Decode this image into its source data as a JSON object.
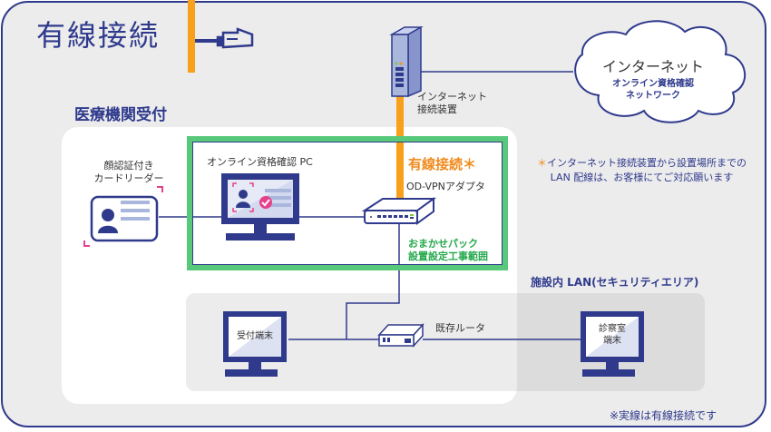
{
  "title": "有線接続",
  "clinic_label": "医療機関受付",
  "internet_device": {
    "line1": "インターネット",
    "line2": "接続装置"
  },
  "cloud": {
    "title": "インターネット",
    "sub1": "オンライン資格確認",
    "sub2": "ネットワーク"
  },
  "card_reader": {
    "line1": "顔認証付き",
    "line2": "カードリーダー"
  },
  "pc_label": "オンライン資格確認 PC",
  "wired_label": "有線接続",
  "asterisk": "＊",
  "adapter_label": "OD-VPNアダプタ",
  "pack": {
    "line1": "おまかせパック",
    "line2": "設置設定工事範囲"
  },
  "note": {
    "line1": "インターネット接続装置から設置場所までの",
    "line2": "LAN 配線は、お客様にてご対応願います"
  },
  "lan_label": "施設内 LAN(セキュリティエリア)",
  "reception_terminal": "受付端末",
  "router_label": "既存ルータ",
  "exam_terminal": {
    "line1": "診察室",
    "line2": "端末"
  },
  "footer_note": "※実線は有線接続です",
  "colors": {
    "navy": "#2f3a8c",
    "orange": "#f7a01c",
    "green": "#58c97a",
    "pink": "#e8408a",
    "light_blue": "#a9b7dd"
  },
  "icons": [
    "ethernet-plug-icon",
    "modem-icon",
    "cloud-icon",
    "id-card-icon",
    "monitor-icon",
    "vpn-adapter-icon",
    "router-icon"
  ]
}
